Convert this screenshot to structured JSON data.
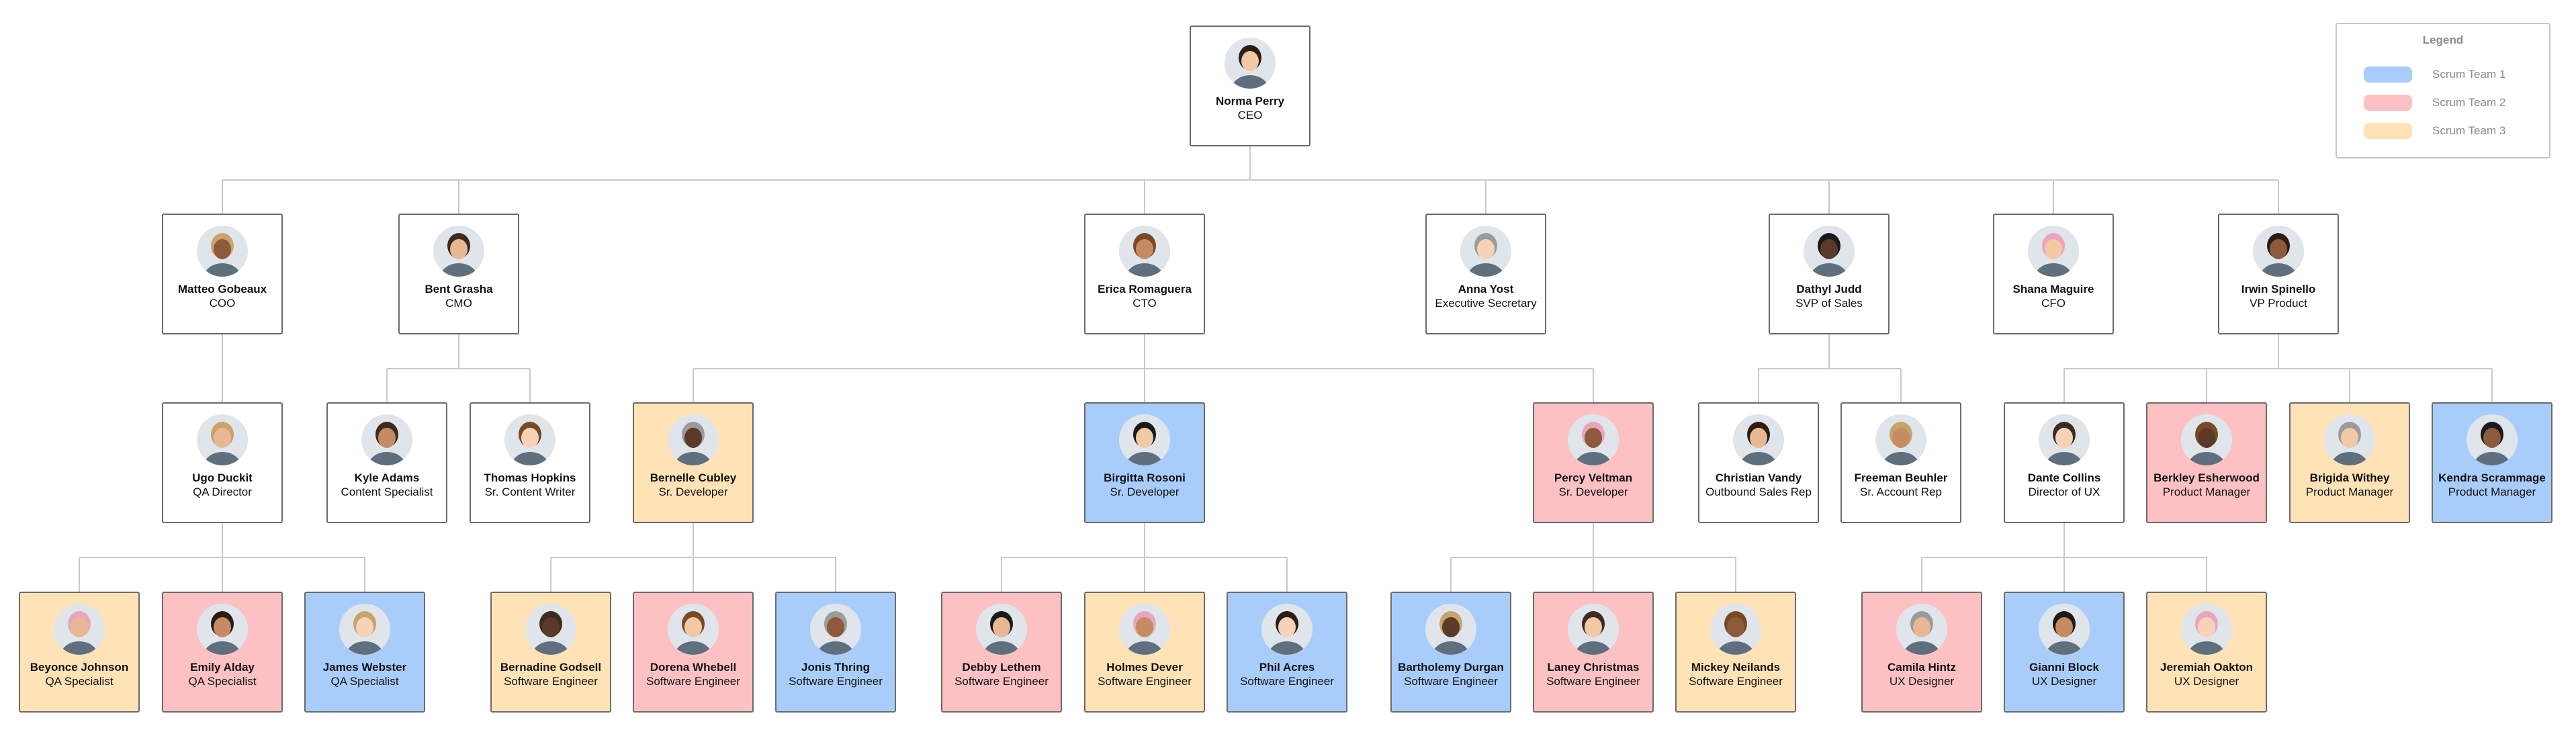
{
  "legend": {
    "title": "Legend",
    "items": [
      {
        "label": "Scrum Team 1",
        "color": "#a9cdfb"
      },
      {
        "label": "Scrum Team 2",
        "color": "#fdc1c4"
      },
      {
        "label": "Scrum Team 3",
        "color": "#ffe3b6"
      }
    ]
  },
  "people": {
    "norma": {
      "name": "Norma Perry",
      "title": "CEO"
    },
    "matteo": {
      "name": "Matteo Gobeaux",
      "title": "COO"
    },
    "bent": {
      "name": "Bent Grasha",
      "title": "CMO"
    },
    "erica": {
      "name": "Erica Romaguera",
      "title": "CTO"
    },
    "anna": {
      "name": "Anna Yost",
      "title": "Executive Secretary"
    },
    "dathyl": {
      "name": "Dathyl Judd",
      "title": "SVP of Sales"
    },
    "shana": {
      "name": "Shana Maguire",
      "title": "CFO"
    },
    "irwin": {
      "name": "Irwin Spinello",
      "title": "VP Product"
    },
    "ugo": {
      "name": "Ugo Duckit",
      "title": "QA Director"
    },
    "kyle": {
      "name": "Kyle Adams",
      "title": "Content Specialist"
    },
    "thomas": {
      "name": "Thomas Hopkins",
      "title": "Sr. Content Writer"
    },
    "bernelle": {
      "name": "Bernelle Cubley",
      "title": "Sr. Developer",
      "team": "team3"
    },
    "birgitta": {
      "name": "Birgitta Rosoni",
      "title": "Sr. Developer",
      "team": "team1"
    },
    "percy": {
      "name": "Percy Veltman",
      "title": "Sr. Developer",
      "team": "team2"
    },
    "christian": {
      "name": "Christian Vandy",
      "title": "Outbound Sales Rep"
    },
    "freeman": {
      "name": "Freeman Beuhler",
      "title": "Sr. Account Rep"
    },
    "dante": {
      "name": "Dante Collins",
      "title": "Director of UX"
    },
    "berkley": {
      "name": "Berkley Esherwood",
      "title": "Product Manager",
      "team": "team2"
    },
    "brigida": {
      "name": "Brigida Withey",
      "title": "Product Manager",
      "team": "team3"
    },
    "kendra": {
      "name": "Kendra Scrammage",
      "title": "Product Manager",
      "team": "team1"
    },
    "beyonce": {
      "name": "Beyonce Johnson",
      "title": "QA Specialist",
      "team": "team3"
    },
    "emily": {
      "name": "Emily Alday",
      "title": "QA Specialist",
      "team": "team2"
    },
    "james": {
      "name": "James Webster",
      "title": "QA Specialist",
      "team": "team1"
    },
    "bernadine": {
      "name": "Bernadine Godsell",
      "title": "Software Engineer",
      "team": "team3"
    },
    "dorena": {
      "name": "Dorena Whebell",
      "title": "Software Engineer",
      "team": "team2"
    },
    "jonis": {
      "name": "Jonis Thring",
      "title": "Software Engineer",
      "team": "team1"
    },
    "debby": {
      "name": "Debby Lethem",
      "title": "Software Engineer",
      "team": "team2"
    },
    "holmes": {
      "name": "Holmes Dever",
      "title": "Software Engineer",
      "team": "team3"
    },
    "phil": {
      "name": "Phil Acres",
      "title": "Software Engineer",
      "team": "team1"
    },
    "bartholemy": {
      "name": "Bartholemy Durgan",
      "title": "Software Engineer",
      "team": "team1"
    },
    "laney": {
      "name": "Laney Christmas",
      "title": "Software Engineer",
      "team": "team2"
    },
    "mickey": {
      "name": "Mickey Neilands",
      "title": "Software Engineer",
      "team": "team3"
    },
    "camila": {
      "name": "Camila Hintz",
      "title": "UX Designer",
      "team": "team2"
    },
    "gianni": {
      "name": "Gianni Block",
      "title": "UX Designer",
      "team": "team1"
    },
    "jeremiah": {
      "name": "Jeremiah Oakton",
      "title": "UX Designer",
      "team": "team3"
    }
  }
}
